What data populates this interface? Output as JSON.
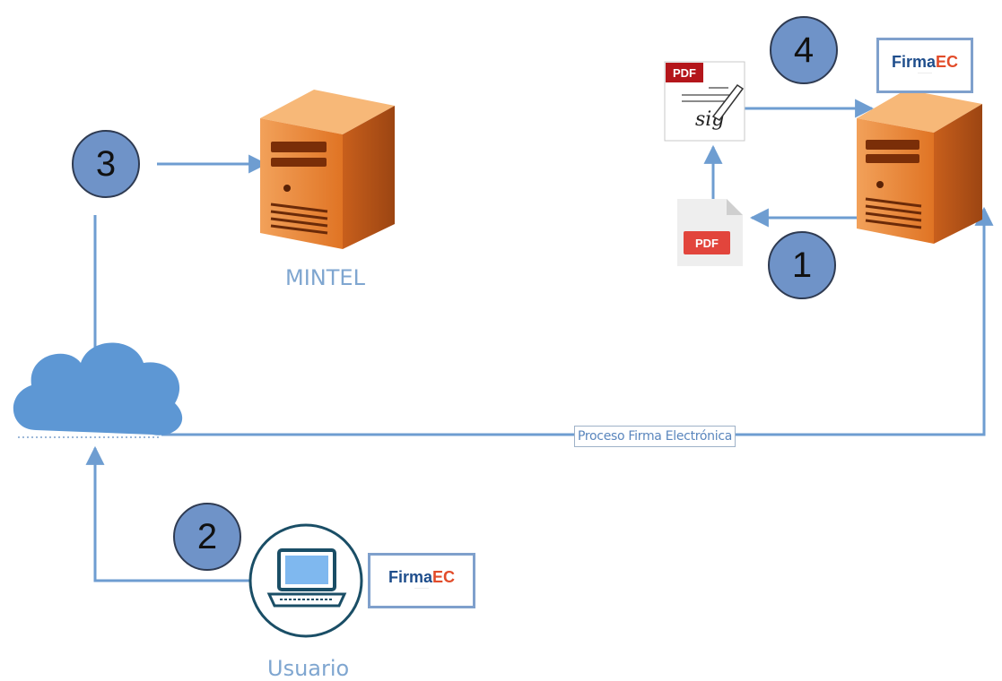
{
  "nodes": {
    "mintel_label": "MINTEL",
    "usuario_label": "Usuario",
    "doc_pdf_label": "PDF",
    "signed_pdf_label": "PDF",
    "signed_sig_text": "sig"
  },
  "edge_label": "Proceso Firma Electrónica",
  "steps": [
    "1",
    "2",
    "3",
    "4"
  ],
  "logos": [
    {
      "brand_a": "Firma",
      "brand_b": "EC"
    },
    {
      "brand_a": "Firma",
      "brand_b": "EC"
    }
  ],
  "colors": {
    "connector": "#6e9dd1",
    "badge_fill": "#6f93c8",
    "server": "#e8792b",
    "cloud": "#5d97d4",
    "caption": "#7fa6d0"
  }
}
